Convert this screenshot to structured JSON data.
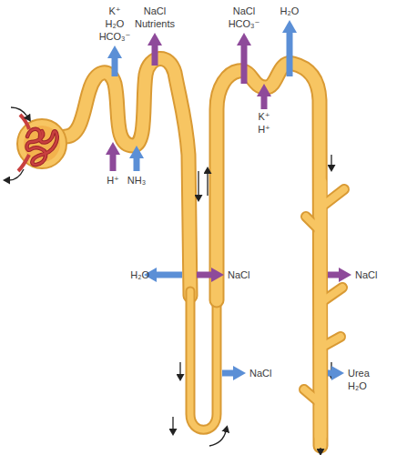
{
  "diagram": {
    "labels": [
      "K⁺",
      "H₂O",
      "HCO₃⁻",
      "NaCl",
      "Nutrients",
      "H⁺",
      "NH₃",
      "NaCl",
      "HCO₃⁻",
      "H₂O",
      "K⁺",
      "H⁺",
      "H₂O",
      "NaCl",
      "NaCl",
      "NaCl",
      "Urea",
      "H₂O"
    ]
  }
}
